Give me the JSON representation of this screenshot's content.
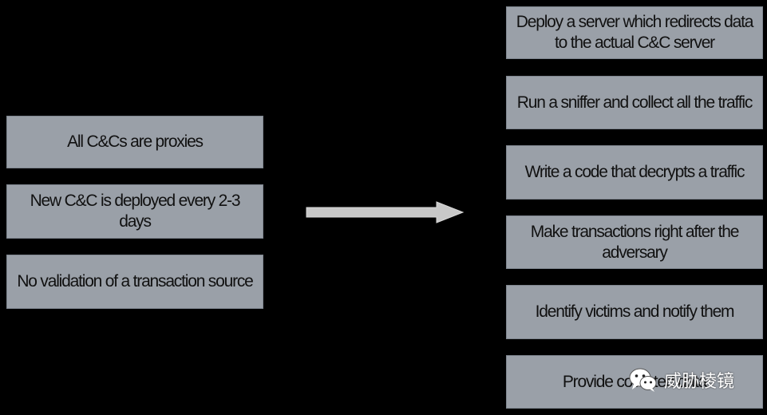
{
  "left_boxes": [
    {
      "text": "All C&Cs are proxies"
    },
    {
      "text": "New C&C is deployed every 2-3 days"
    },
    {
      "text": "No validation of a transaction source"
    }
  ],
  "right_boxes": [
    {
      "text": "Deploy a server which redirects data to the actual C&C server"
    },
    {
      "text": "Run a sniffer and collect all the traffic"
    },
    {
      "text": "Write a code that decrypts a traffic"
    },
    {
      "text": "Make transactions right after the adversary"
    },
    {
      "text": "Identify victims and notify them"
    },
    {
      "text": "Provide collected data"
    }
  ],
  "watermark": {
    "text": "威胁棱镜",
    "icon": "wechat-icon"
  },
  "colors": {
    "background": "#000000",
    "box_fill": "#9aa0a8",
    "arrow": "#c8c8c8"
  }
}
